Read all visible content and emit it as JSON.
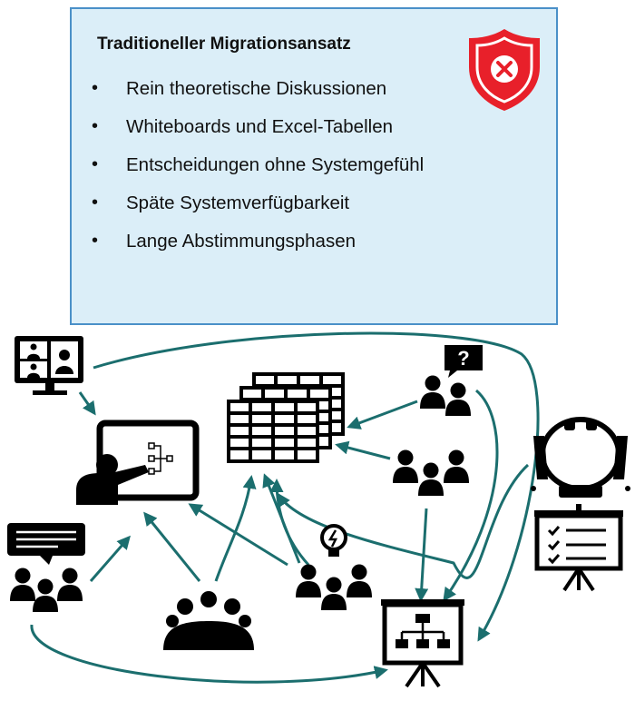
{
  "box": {
    "title": "Traditioneller Migrationsansatz",
    "items": [
      "Rein theoretische Diskussionen",
      "Whiteboards und Excel-Tabellen",
      "Entscheidungen ohne Systemgefühl",
      "Späte Systemverfügbarkeit",
      "Lange Abstimmungsphasen"
    ]
  },
  "question_mark": "?",
  "colors": {
    "box_fill": "#dbeef8",
    "box_border": "#4a90c8",
    "shield": "#e8202a",
    "arrow": "#1b6e6e",
    "icon": "#000000"
  },
  "icons": [
    "video-conference-icon",
    "presenter-whiteboard-icon",
    "spreadsheets-icon",
    "question-team-icon",
    "team-icon",
    "meeting-table-icon",
    "checklist-board-icon",
    "chat-team-icon",
    "audience-icon",
    "idea-team-icon",
    "orgchart-board-icon",
    "shield-error-icon"
  ]
}
